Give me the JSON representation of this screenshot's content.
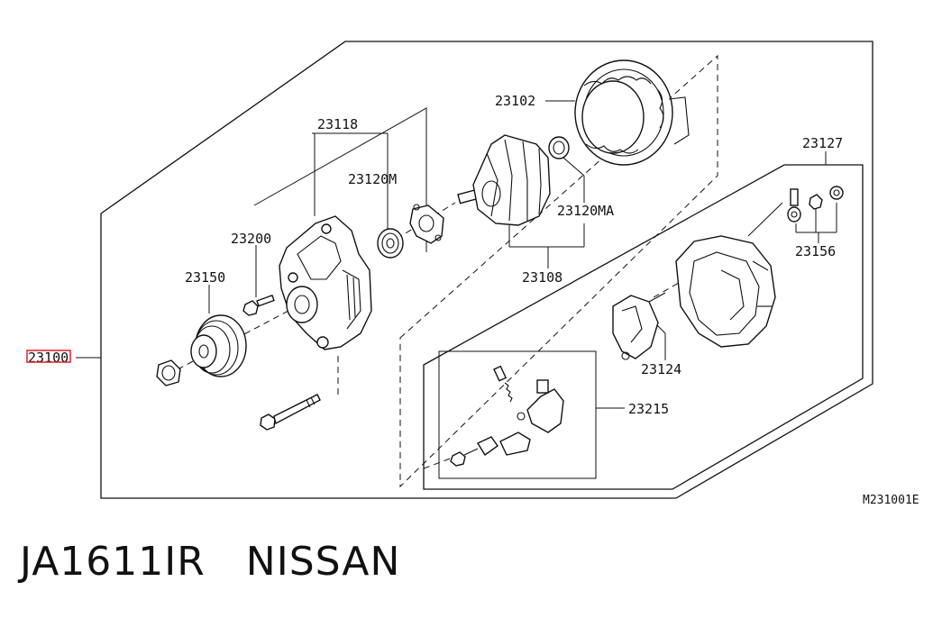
{
  "diagram": {
    "figure_code": "M231001E",
    "highlight_color": "#e0202a",
    "labels": {
      "assembly": "23100",
      "bracket": "23118",
      "bearing_front": "23120M",
      "through_bolt": "23200",
      "pulley": "23150",
      "stator": "23102",
      "bearing_rear": "23120MA",
      "rotor": "23108",
      "rear_cover": "23127",
      "terminal_set": "23156",
      "regulator": "23124",
      "brush_holder": "23215"
    }
  },
  "caption": {
    "part_number": "JA1611IR",
    "brand": "NISSAN"
  }
}
